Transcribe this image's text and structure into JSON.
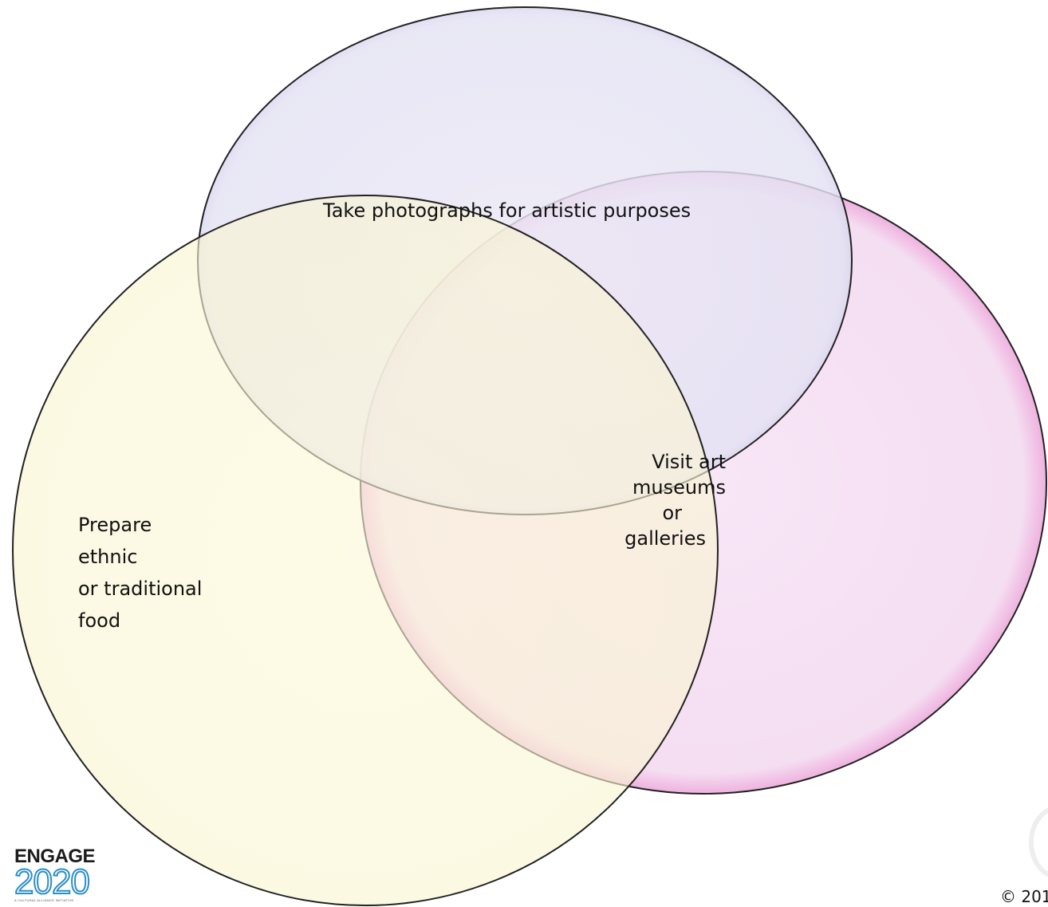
{
  "diagram": {
    "type": "venn",
    "circles": [
      {
        "id": "photos",
        "label": "Take photographs for artistic purposes",
        "fill": "#e6e6f4",
        "stroke": "#5a5aa0"
      },
      {
        "id": "museums",
        "label_lines": [
          "Visit art",
          "museums",
          "or",
          "galleries"
        ],
        "fill": "#f8e6f6",
        "stroke": "#d9479e"
      },
      {
        "id": "food",
        "label_lines": [
          "Prepare",
          "ethnic",
          "or traditional",
          "food"
        ],
        "fill": "#fdf8d6",
        "stroke": "#6a6a50"
      }
    ]
  },
  "logo": {
    "word": "ENGAGE",
    "year": "2020",
    "tagline": "A CULTURAL ALLIANCE INITIATIVE"
  },
  "footer": {
    "copyright": "© 201"
  }
}
